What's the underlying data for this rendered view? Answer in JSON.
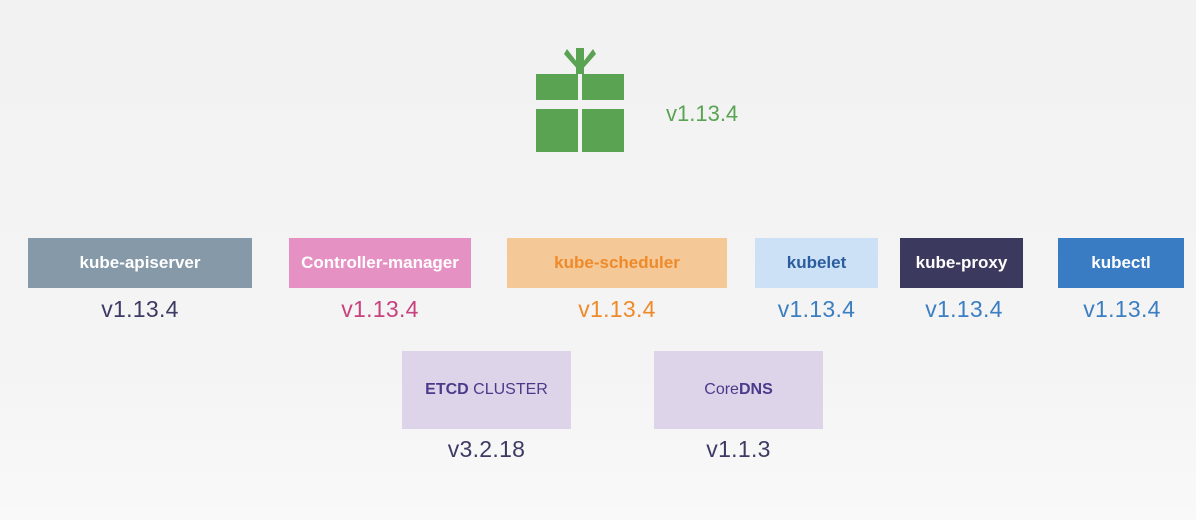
{
  "release": {
    "icon": "gift-icon",
    "version": "v1.13.4",
    "color": "#5aa352"
  },
  "components": [
    {
      "label": "kube-apiserver",
      "version": "v1.13.4",
      "bg": "#8699a8",
      "fg": "#ffffff",
      "ver_color": "#3d3a63"
    },
    {
      "label": "Controller-manager",
      "version": "v1.13.4",
      "bg": "#e691c3",
      "fg": "#ffffff",
      "ver_color": "#c8427f"
    },
    {
      "label": "kube-scheduler",
      "version": "v1.13.4",
      "bg": "#f5c898",
      "fg": "#ee8a2a",
      "ver_color": "#ee8a2a"
    },
    {
      "label": "kubelet",
      "version": "v1.13.4",
      "bg": "#cce1f5",
      "fg": "#2b5d9e",
      "ver_color": "#3b7ec2"
    },
    {
      "label": "kube-proxy",
      "version": "v1.13.4",
      "bg": "#3b3a5e",
      "fg": "#ffffff",
      "ver_color": "#3b7ec2"
    },
    {
      "label": "kubectl",
      "version": "v1.13.4",
      "bg": "#3a7cc4",
      "fg": "#ffffff",
      "ver_color": "#3b7ec2"
    }
  ],
  "dependencies": [
    {
      "label_bold": "ETCD",
      "label_rest": "CLUSTER",
      "version": "v3.2.18"
    },
    {
      "label_rest": "Core",
      "label_bold": "DNS",
      "version": "v1.1.3"
    }
  ],
  "dep_style": {
    "bg": "#ddd4e9",
    "fg": "#4b3a8a",
    "ver_color": "#3d3a63"
  }
}
